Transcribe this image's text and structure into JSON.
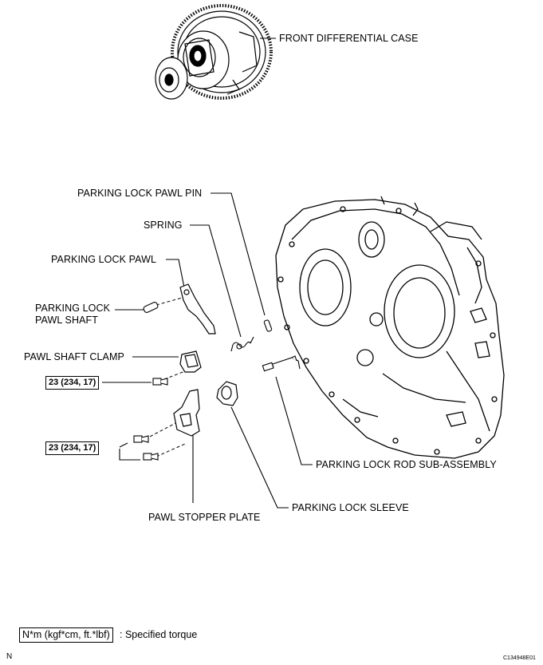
{
  "labels": {
    "front_differential_case": "FRONT DIFFERENTIAL CASE",
    "parking_lock_pawl_pin": "PARKING LOCK PAWL PIN",
    "spring": "SPRING",
    "parking_lock_pawl": "PARKING LOCK PAWL",
    "parking_lock_pawl_shaft_line1": "PARKING LOCK",
    "parking_lock_pawl_shaft_line2": "PAWL SHAFT",
    "pawl_shaft_clamp": "PAWL SHAFT CLAMP",
    "parking_lock_rod": "PARKING LOCK ROD SUB-ASSEMBLY",
    "parking_lock_sleeve": "PARKING LOCK SLEEVE",
    "pawl_stopper_plate": "PAWL STOPPER PLATE"
  },
  "torque": {
    "clamp_bolt": "23 (234, 17)",
    "plate_bolts": "23 (234, 17)"
  },
  "legend": {
    "units": "N*m (kgf*cm, ft.*lbf)",
    "description": ": Specified torque"
  },
  "corner_letter": "N",
  "illustration_code": "C134948E01"
}
